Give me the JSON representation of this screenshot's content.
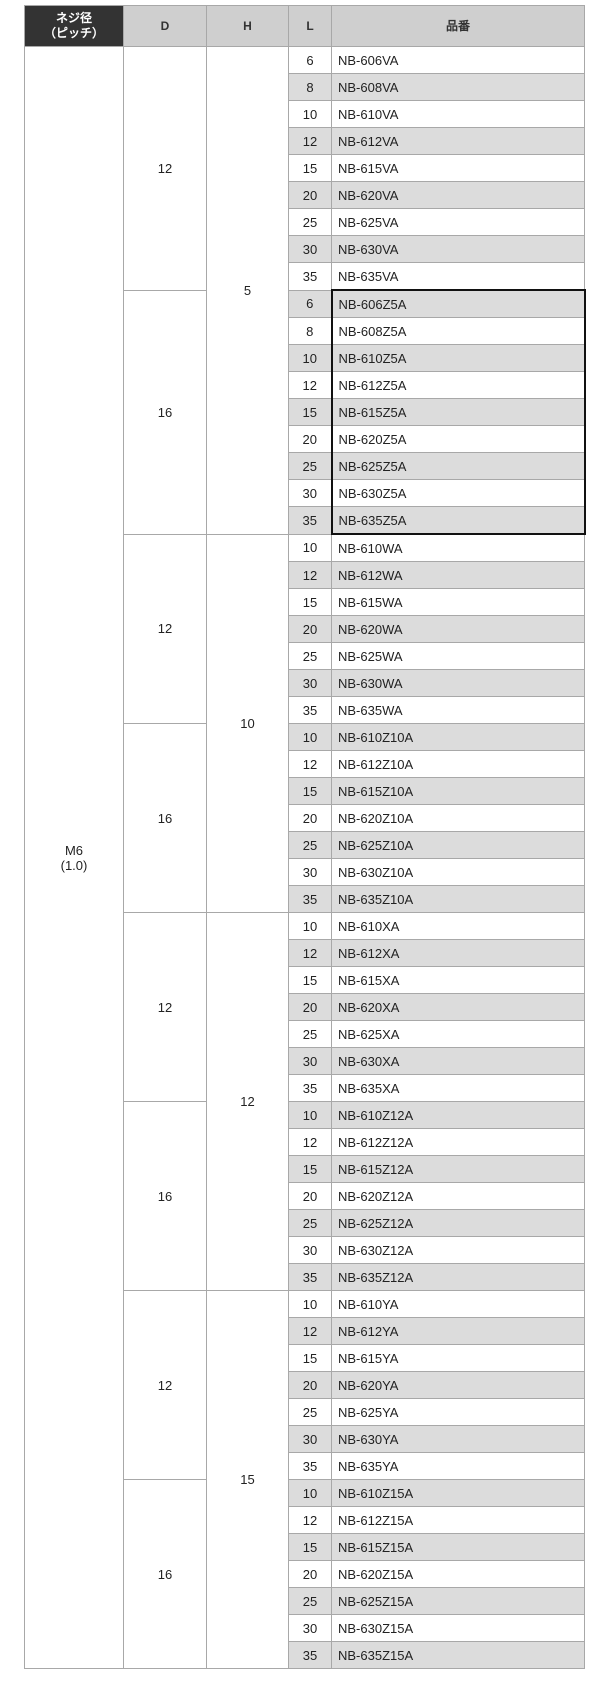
{
  "headers": {
    "thread_line1": "ネジ径",
    "thread_line2": "（ピッチ）",
    "d": "D",
    "h": "H",
    "l": "L",
    "part_no": "品番"
  },
  "thread": {
    "size": "M6",
    "pitch": "(1.0)"
  },
  "groups": [
    {
      "h": "5",
      "subs": [
        {
          "d": "12",
          "rows": [
            {
              "l": "6",
              "pn": "NB-606VA"
            },
            {
              "l": "8",
              "pn": "NB-608VA"
            },
            {
              "l": "10",
              "pn": "NB-610VA"
            },
            {
              "l": "12",
              "pn": "NB-612VA"
            },
            {
              "l": "15",
              "pn": "NB-615VA"
            },
            {
              "l": "20",
              "pn": "NB-620VA"
            },
            {
              "l": "25",
              "pn": "NB-625VA"
            },
            {
              "l": "30",
              "pn": "NB-630VA"
            },
            {
              "l": "35",
              "pn": "NB-635VA"
            }
          ]
        },
        {
          "d": "16",
          "highlight": true,
          "rows": [
            {
              "l": "6",
              "pn": "NB-606Z5A"
            },
            {
              "l": "8",
              "pn": "NB-608Z5A"
            },
            {
              "l": "10",
              "pn": "NB-610Z5A"
            },
            {
              "l": "12",
              "pn": "NB-612Z5A"
            },
            {
              "l": "15",
              "pn": "NB-615Z5A"
            },
            {
              "l": "20",
              "pn": "NB-620Z5A"
            },
            {
              "l": "25",
              "pn": "NB-625Z5A"
            },
            {
              "l": "30",
              "pn": "NB-630Z5A"
            },
            {
              "l": "35",
              "pn": "NB-635Z5A"
            }
          ]
        }
      ]
    },
    {
      "h": "10",
      "subs": [
        {
          "d": "12",
          "rows": [
            {
              "l": "10",
              "pn": "NB-610WA"
            },
            {
              "l": "12",
              "pn": "NB-612WA"
            },
            {
              "l": "15",
              "pn": "NB-615WA"
            },
            {
              "l": "20",
              "pn": "NB-620WA"
            },
            {
              "l": "25",
              "pn": "NB-625WA"
            },
            {
              "l": "30",
              "pn": "NB-630WA"
            },
            {
              "l": "35",
              "pn": "NB-635WA"
            }
          ]
        },
        {
          "d": "16",
          "rows": [
            {
              "l": "10",
              "pn": "NB-610Z10A"
            },
            {
              "l": "12",
              "pn": "NB-612Z10A"
            },
            {
              "l": "15",
              "pn": "NB-615Z10A"
            },
            {
              "l": "20",
              "pn": "NB-620Z10A"
            },
            {
              "l": "25",
              "pn": "NB-625Z10A"
            },
            {
              "l": "30",
              "pn": "NB-630Z10A"
            },
            {
              "l": "35",
              "pn": "NB-635Z10A"
            }
          ]
        }
      ]
    },
    {
      "h": "12",
      "subs": [
        {
          "d": "12",
          "rows": [
            {
              "l": "10",
              "pn": "NB-610XA"
            },
            {
              "l": "12",
              "pn": "NB-612XA"
            },
            {
              "l": "15",
              "pn": "NB-615XA"
            },
            {
              "l": "20",
              "pn": "NB-620XA"
            },
            {
              "l": "25",
              "pn": "NB-625XA"
            },
            {
              "l": "30",
              "pn": "NB-630XA"
            },
            {
              "l": "35",
              "pn": "NB-635XA"
            }
          ]
        },
        {
          "d": "16",
          "rows": [
            {
              "l": "10",
              "pn": "NB-610Z12A"
            },
            {
              "l": "12",
              "pn": "NB-612Z12A"
            },
            {
              "l": "15",
              "pn": "NB-615Z12A"
            },
            {
              "l": "20",
              "pn": "NB-620Z12A"
            },
            {
              "l": "25",
              "pn": "NB-625Z12A"
            },
            {
              "l": "30",
              "pn": "NB-630Z12A"
            },
            {
              "l": "35",
              "pn": "NB-635Z12A"
            }
          ]
        }
      ]
    },
    {
      "h": "15",
      "subs": [
        {
          "d": "12",
          "rows": [
            {
              "l": "10",
              "pn": "NB-610YA"
            },
            {
              "l": "12",
              "pn": "NB-612YA"
            },
            {
              "l": "15",
              "pn": "NB-615YA"
            },
            {
              "l": "20",
              "pn": "NB-620YA"
            },
            {
              "l": "25",
              "pn": "NB-625YA"
            },
            {
              "l": "30",
              "pn": "NB-630YA"
            },
            {
              "l": "35",
              "pn": "NB-635YA"
            }
          ]
        },
        {
          "d": "16",
          "rows": [
            {
              "l": "10",
              "pn": "NB-610Z15A"
            },
            {
              "l": "12",
              "pn": "NB-612Z15A"
            },
            {
              "l": "15",
              "pn": "NB-615Z15A"
            },
            {
              "l": "20",
              "pn": "NB-620Z15A"
            },
            {
              "l": "25",
              "pn": "NB-625Z15A"
            },
            {
              "l": "30",
              "pn": "NB-630Z15A"
            },
            {
              "l": "35",
              "pn": "NB-635Z15A"
            }
          ]
        }
      ]
    }
  ],
  "colors": {
    "header_dark": "#333333",
    "header_light": "#cfcfcf",
    "row_alt": "#dcdcdc",
    "border": "#a8a8a8",
    "highlight_border": "#111111"
  }
}
